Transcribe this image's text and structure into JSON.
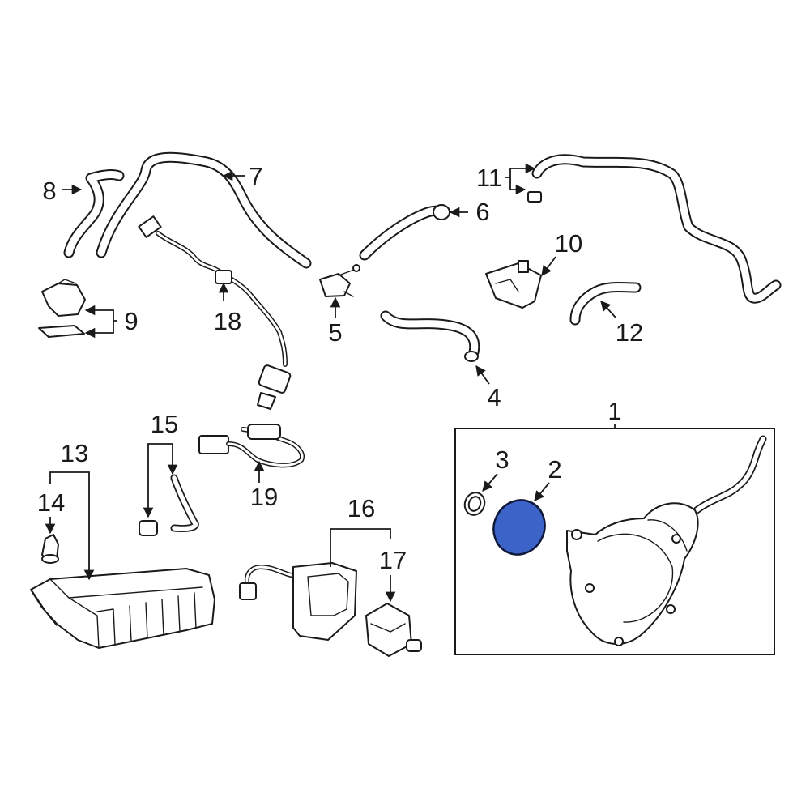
{
  "callouts": {
    "c1": "1",
    "c2": "2",
    "c3": "3",
    "c4": "4",
    "c5": "5",
    "c6": "6",
    "c7": "7",
    "c8": "8",
    "c9": "9",
    "c10": "10",
    "c11": "11",
    "c12": "12",
    "c13": "13",
    "c14": "14",
    "c15": "15",
    "c16": "16",
    "c17": "17",
    "c18": "18",
    "c19": "19"
  },
  "highlighted_part": "2",
  "colors": {
    "highlight_fill": "#3b63c8",
    "line": "#1a1a1a",
    "background": "#ffffff"
  }
}
